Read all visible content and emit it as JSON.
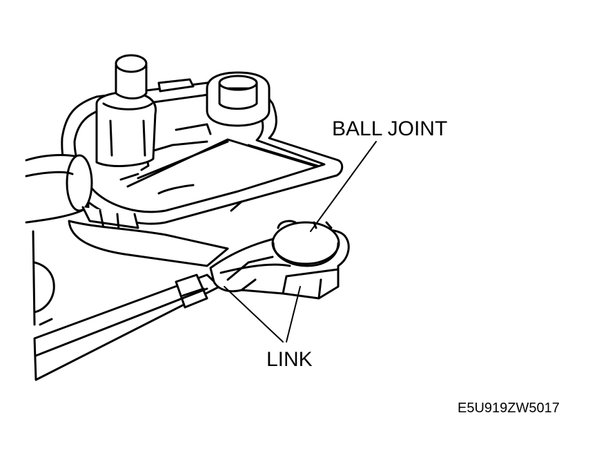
{
  "labels": {
    "ball_joint": "BALL JOINT",
    "link": "LINK",
    "figure_code": "E5U919ZW5017"
  },
  "colors": {
    "line": "#000000",
    "fill": "#ffffff",
    "shade": "#d9d9d9"
  }
}
